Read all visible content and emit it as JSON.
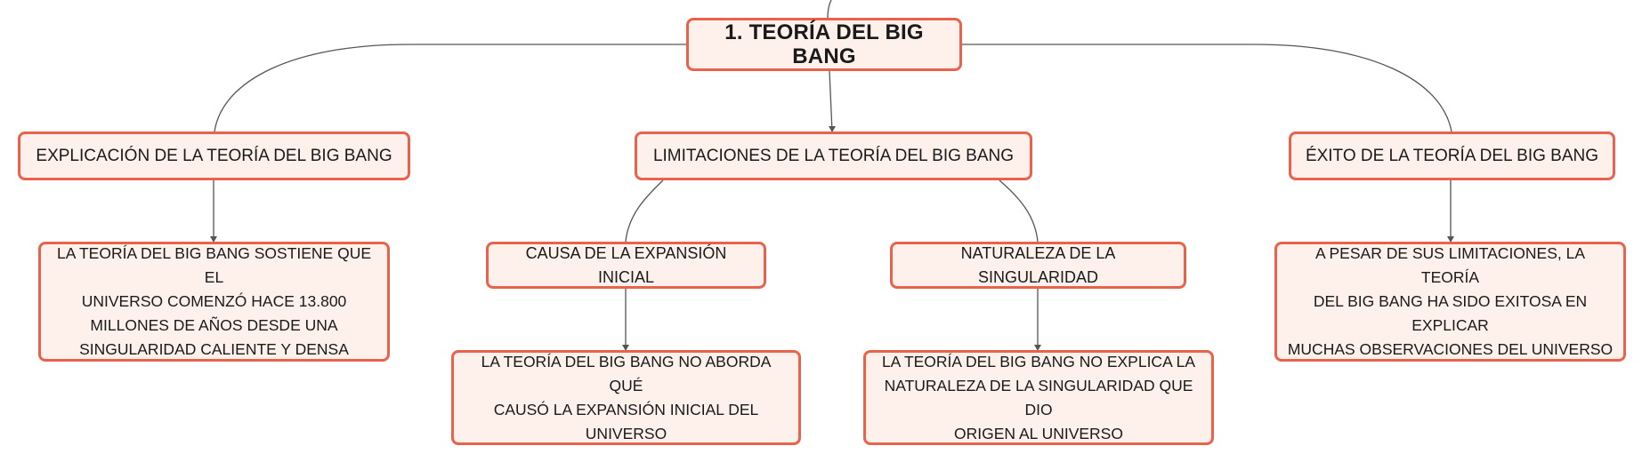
{
  "diagram": {
    "type": "mind-map",
    "colors": {
      "node_fill": "#fef1ec",
      "node_border": "#e8624c",
      "connector": "#555555",
      "text": "#1a1a1a"
    },
    "nodes": {
      "root": "1. TEORÍA DEL BIG BANG",
      "explicacion": "EXPLICACIÓN DE LA TEORÍA DEL BIG BANG",
      "limitaciones": "LIMITACIONES DE LA TEORÍA DEL BIG BANG",
      "exito": "ÉXITO DE LA TEORÍA DEL BIG BANG",
      "explicacion_detalle": [
        "LA TEORÍA DEL BIG BANG SOSTIENE QUE EL",
        "UNIVERSO COMENZÓ HACE 13.800",
        "MILLONES DE AÑOS DESDE UNA",
        "SINGULARIDAD CALIENTE Y DENSA"
      ],
      "causa": "CAUSA DE LA EXPANSIÓN INICIAL",
      "naturaleza": "NATURALEZA DE LA SINGULARIDAD",
      "exito_detalle": [
        "A PESAR DE SUS LIMITACIONES, LA TEORÍA",
        "DEL BIG BANG HA SIDO EXITOSA EN EXPLICAR",
        "MUCHAS OBSERVACIONES DEL UNIVERSO"
      ],
      "causa_detalle": [
        "LA TEORÍA DEL BIG BANG NO ABORDA QUÉ",
        "CAUSÓ LA EXPANSIÓN INICIAL DEL UNIVERSO"
      ],
      "naturaleza_detalle": [
        "LA TEORÍA DEL BIG BANG NO EXPLICA LA",
        "NATURALEZA DE LA SINGULARIDAD QUE DIO",
        "ORIGEN AL UNIVERSO"
      ]
    },
    "edges": [
      [
        "root",
        "explicacion"
      ],
      [
        "root",
        "limitaciones"
      ],
      [
        "root",
        "exito"
      ],
      [
        "explicacion",
        "explicacion_detalle"
      ],
      [
        "limitaciones",
        "causa"
      ],
      [
        "limitaciones",
        "naturaleza"
      ],
      [
        "causa",
        "causa_detalle"
      ],
      [
        "naturaleza",
        "naturaleza_detalle"
      ],
      [
        "exito",
        "exito_detalle"
      ]
    ]
  }
}
